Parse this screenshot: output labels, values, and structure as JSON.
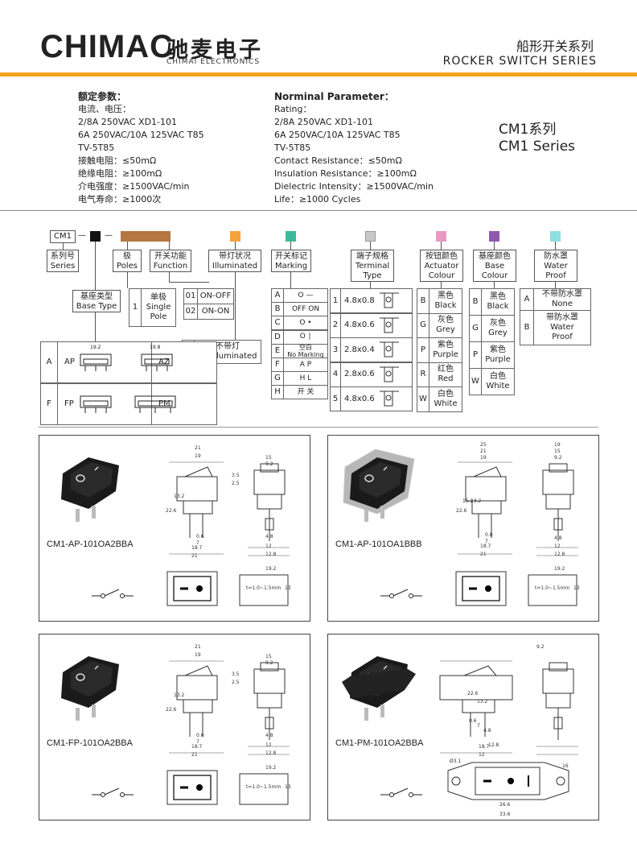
{
  "header": {
    "logo": "CHIMAC",
    "brand_cn": "驰麦电子",
    "brand_en": "CHIMAI ELECTRONICS",
    "series_cn": "船形开关系列",
    "series_en": "ROCKER SWITCH SERIES"
  },
  "params_cn": {
    "title": "额定参数：",
    "lines": [
      "电流、电压：",
      "2/8A 250VAC XD1-101",
      "6A 250VAC/10A 125VAC T85",
      "TV-5T85",
      "接触电阻：≤50mΩ",
      "绝缘电阻：≥100mΩ",
      "介电强度：≥1500VAC/min",
      "电气寿命：≥1000次"
    ]
  },
  "params_en": {
    "title": "Norminal Parameter：",
    "lines": [
      "Rating：",
      "2/8A 250VAC XD1-101",
      "6A 250VAC/10A 125VAC T85",
      "TV-5T85",
      "Contact Resistance：≤50mΩ",
      "Insulation Resistance：≥100mΩ",
      "Dielectric Intensity：≥1500VAC/min",
      "Life：≥1000 Cycles"
    ]
  },
  "series_name": {
    "cn": "CM1系列",
    "en": "CM1 Series"
  },
  "code": {
    "prefix": "CM1",
    "dash": "—"
  },
  "colors": {
    "black": "#111111",
    "brown": "#b5773f",
    "orange": "#f4a23c",
    "teal": "#3cb99a",
    "grey": "#c8c8c8",
    "pink": "#e79bc2",
    "purple": "#8e58b0",
    "cyan": "#8fdde0",
    "accent": "#f3a41b"
  },
  "labels": {
    "series_no": "系列号\nSeries",
    "poles": "极\nPoles",
    "function": "开关功能\nFunction",
    "illuminated": "带灯状况\nIlluminated",
    "marking": "开关标记\nMarking",
    "terminal": "端子规格\nTerminal\nType",
    "actuator": "按钮颜色\nActuator\nColour",
    "base": "基座颜色\nBase\nColour",
    "water": "防水罩\nWater\nProof",
    "base_type": "基座类型\nBase Type"
  },
  "poles_table": {
    "code": "1",
    "text": "单极\nSingle\nPole"
  },
  "function_table": [
    {
      "code": "01",
      "text": "ON-OFF"
    },
    {
      "code": "02",
      "text": "ON-ON"
    }
  ],
  "illum_table": {
    "code": "O",
    "text": "不带灯\nNo Illuminated"
  },
  "base_types": [
    {
      "code": "A",
      "left": "AP",
      "right": "AZ",
      "dim_l": "19.2",
      "dim_r": "19.8"
    },
    {
      "code": "F",
      "left": "FP",
      "right": "PM"
    }
  ],
  "marking_table": [
    {
      "code": "A",
      "text": "O —"
    },
    {
      "code": "B",
      "text": "OFF ON"
    },
    {
      "code": "C",
      "text": "O •"
    },
    {
      "code": "D",
      "text": "O ∣"
    },
    {
      "code": "E",
      "text": "空白\nNo Marking"
    },
    {
      "code": "F",
      "text": "A P"
    },
    {
      "code": "G",
      "text": "H L"
    },
    {
      "code": "H",
      "text": "开 关"
    }
  ],
  "terminal_table": [
    {
      "code": "1",
      "size": "4.8x0.8"
    },
    {
      "code": "2",
      "size": "4.8x0.6"
    },
    {
      "code": "3",
      "size": "2.8x0.4"
    },
    {
      "code": "4",
      "size": "2.8x0.6"
    },
    {
      "code": "5",
      "size": "4.8x0.6"
    }
  ],
  "actuator_table": [
    {
      "code": "B",
      "text": "黑色\nBlack"
    },
    {
      "code": "G",
      "text": "灰色\nGrey"
    },
    {
      "code": "P",
      "text": "紫色\nPurple"
    },
    {
      "code": "R",
      "text": "红色\nRed"
    },
    {
      "code": "W",
      "text": "白色\nWhite"
    }
  ],
  "base_table": [
    {
      "code": "B",
      "text": "黑色\nBlack"
    },
    {
      "code": "G",
      "text": "灰色\nGrey"
    },
    {
      "code": "P",
      "text": "紫色\nPurple"
    },
    {
      "code": "W",
      "text": "白色\nWhite"
    }
  ],
  "water_table": [
    {
      "code": "A",
      "text": "不带防水罩\nNone"
    },
    {
      "code": "B",
      "text": "带防水罩\nWater\nProof"
    }
  ],
  "products": [
    {
      "name": "CM1-AP-101OA2BBA",
      "dims": [
        "21",
        "19",
        "15",
        "9.2",
        "22.6",
        "13.2",
        "2.5",
        "3.5",
        "0.6",
        "7",
        "4.8",
        "18.7",
        "12",
        "12.8",
        "21",
        "19.2",
        "t=1.0~1.5mm",
        "13"
      ]
    },
    {
      "name": "CM1-AP-101OA1BBB",
      "dims": [
        "25",
        "21",
        "19",
        "19",
        "15",
        "9.2",
        "22.6",
        "15.2",
        "13.2",
        "0.8",
        "7",
        "4.8",
        "18.7",
        "21",
        "12",
        "12.8",
        "19.2",
        "t=1.0~1.5mm",
        "13"
      ]
    },
    {
      "name": "CM1-FP-101OA2BBA",
      "dims": [
        "21",
        "19",
        "15",
        "9.2",
        "22.6",
        "13.2",
        "2.5",
        "3.5",
        "0.6",
        "7",
        "4.8",
        "18.7",
        "12",
        "12.8",
        "21",
        "19.2",
        "t=1.0~1.5mm",
        "13"
      ]
    },
    {
      "name": "CM1-PM-101OA2BBA",
      "dims": [
        "9.2",
        "22.6",
        "13.2",
        "0.6",
        "7",
        "4.8",
        "18.7",
        "12",
        "12.8",
        "Ø3.1",
        "16",
        "26.6",
        "33.6"
      ]
    }
  ]
}
